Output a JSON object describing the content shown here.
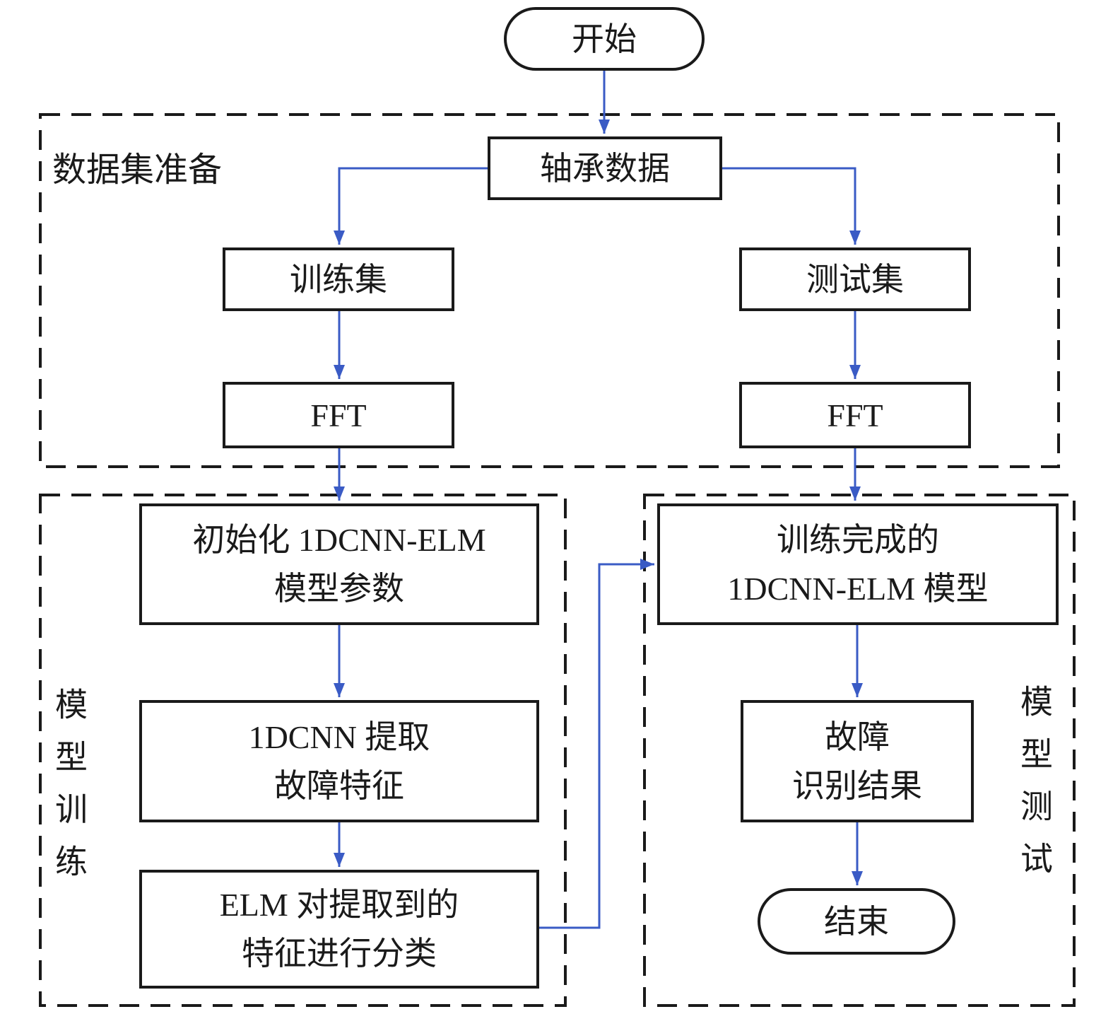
{
  "diagram": {
    "groups": {
      "dataset_prep": "数据集准备",
      "model_training": "模型训练",
      "model_testing": "模型测试"
    },
    "nodes": {
      "start": "开始",
      "bearing_data": "轴承数据",
      "training_set": "训练集",
      "test_set": "测试集",
      "fft_train": "FFT",
      "fft_test": "FFT",
      "init_model": {
        "line1": "初始化 1DCNN-ELM",
        "line2": "模型参数"
      },
      "cnn_extract": {
        "line1": "1DCNN 提取",
        "line2": "故障特征"
      },
      "elm_classify": {
        "line1": "ELM 对提取到的",
        "line2": "特征进行分类"
      },
      "trained_model": {
        "line1": "训练完成的",
        "line2": "1DCNN-ELM 模型"
      },
      "fault_result": {
        "line1": "故障",
        "line2": "识别结果"
      },
      "end": "结束"
    },
    "colors": {
      "arrow": "#3a5bc5",
      "node_border": "#1a1a1a",
      "background": "#ffffff"
    }
  }
}
